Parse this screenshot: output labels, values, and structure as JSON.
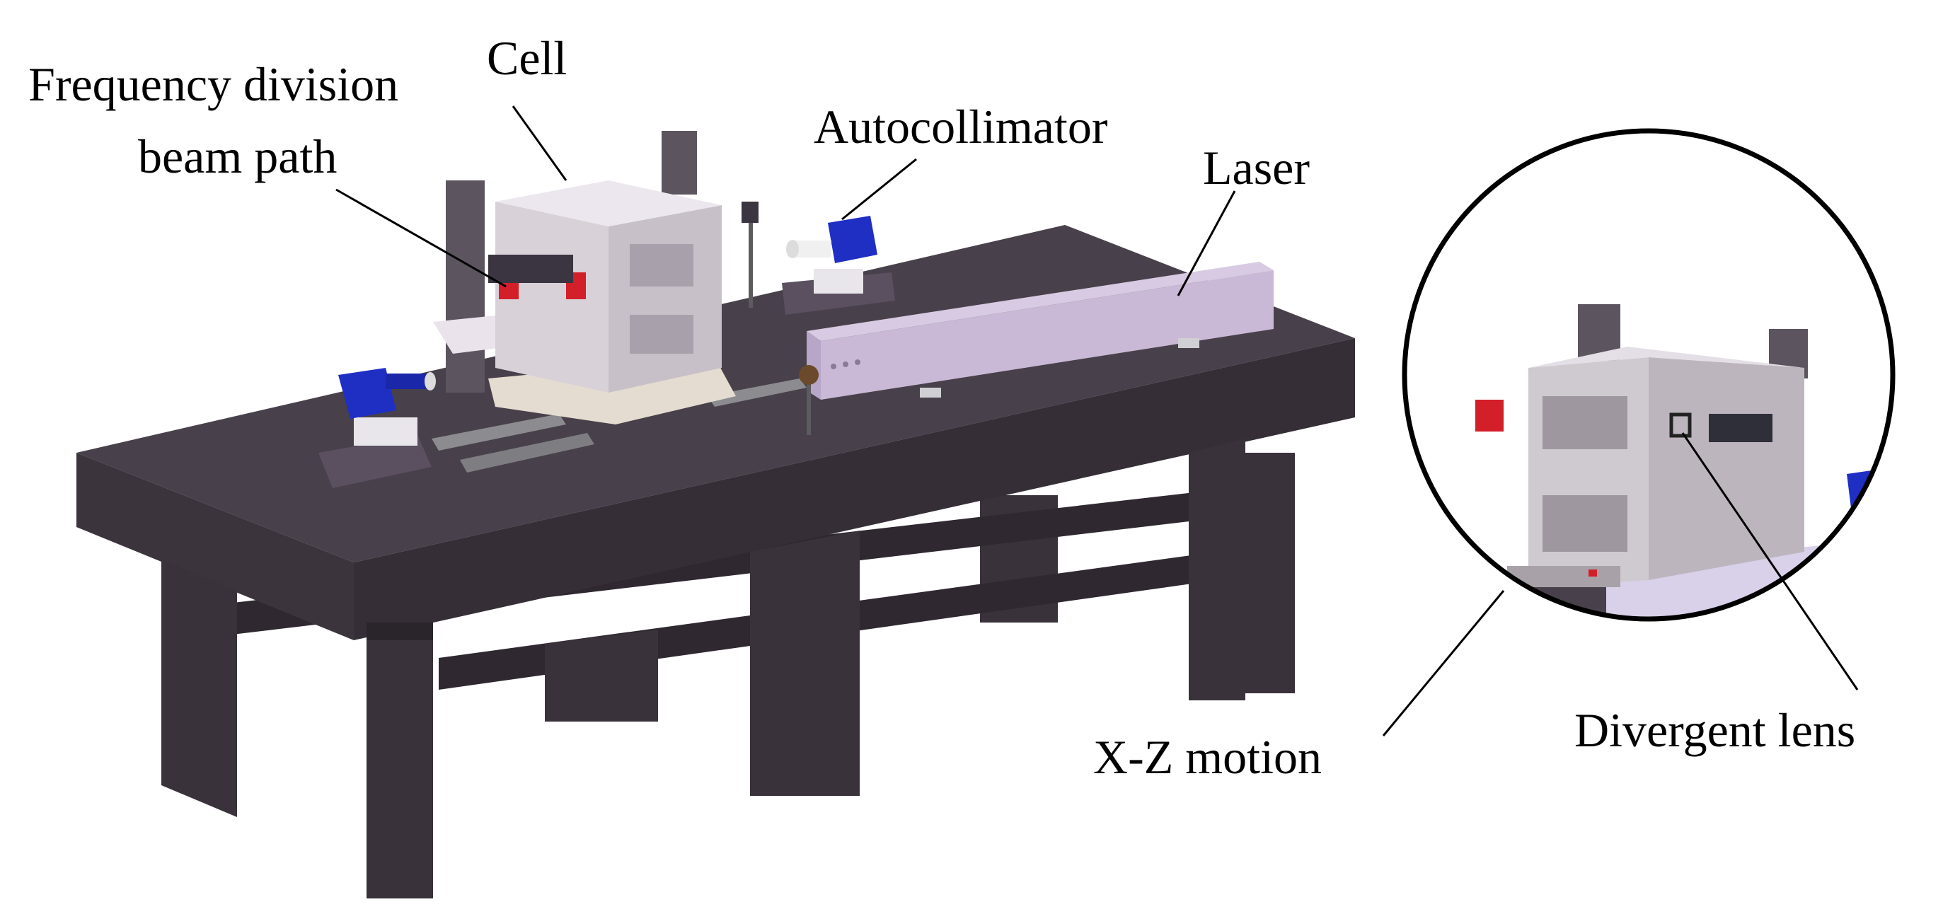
{
  "labels": {
    "frequency_division_line1": "Frequency division",
    "frequency_division_line2": "beam path",
    "cell": "Cell",
    "autocollimator": "Autocollimator",
    "laser": "Laser",
    "x_z_motion": "X-Z motion",
    "divergent_lens": "Divergent lens"
  },
  "colors": {
    "table": "#48404a",
    "table_dark": "#342d36",
    "table_side": "#3c343d",
    "laser": "#c9b9d6",
    "laser_side": "#b3a0c4",
    "autocollimator": "#1f2fc4",
    "mount_red": "#d21f2a",
    "frame": "#d8d2d8",
    "frame_dark": "#9c959e",
    "rail": "#8a8a8a"
  }
}
